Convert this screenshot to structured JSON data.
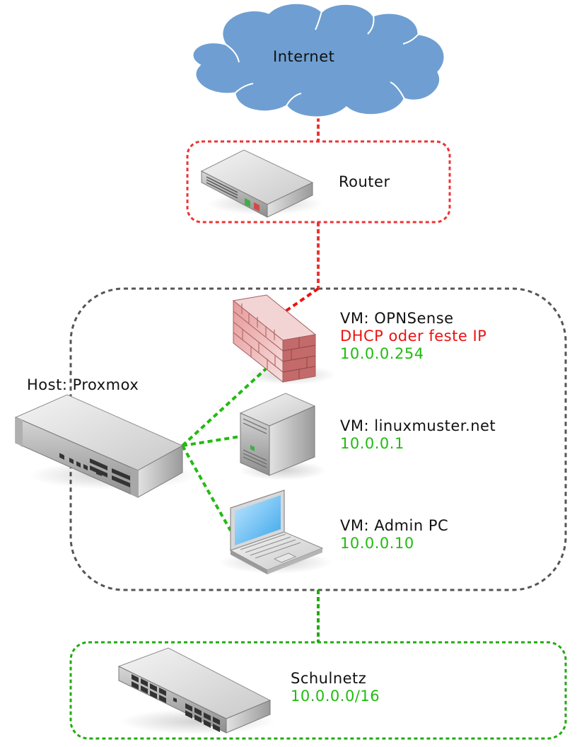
{
  "internet": {
    "label": "Internet"
  },
  "router": {
    "label": "Router"
  },
  "host": {
    "label": "Host: Proxmox"
  },
  "opnsense": {
    "name": "VM: OPNSense",
    "note": "DHCP oder feste IP",
    "ip": "10.0.0.254"
  },
  "linuxmuster": {
    "name": "VM: linuxmuster.net",
    "ip": "10.0.0.1"
  },
  "adminpc": {
    "name": "VM: Admin PC",
    "ip": "10.0.0.10"
  },
  "schulnetz": {
    "name": "Schulnetz",
    "ip": "10.0.0.0/16"
  },
  "colors": {
    "wan": "#ee3333",
    "lan": "#22bb11",
    "host_border": "#555555",
    "cloud": "#6f9fd2",
    "ip_text": "#22bb11",
    "note_text": "#ee1111"
  }
}
